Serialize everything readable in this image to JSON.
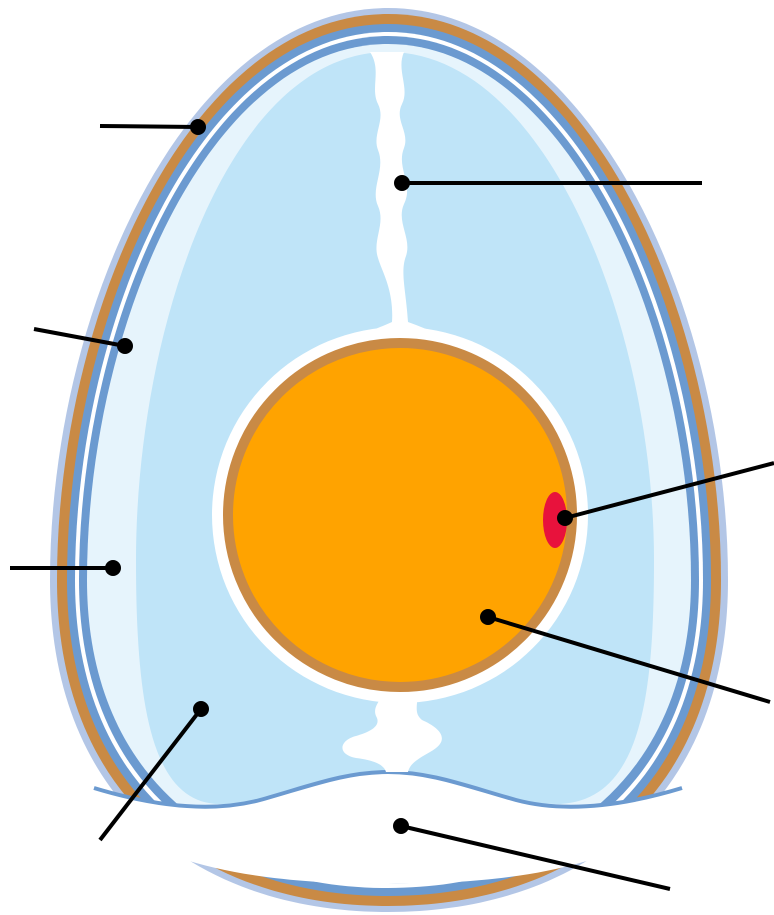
{
  "diagram": {
    "subject": "egg-cross-section",
    "labels_printed": false,
    "parts": [
      {
        "id": "shell",
        "icon": "shell-layer-icon",
        "color": "#C98A45"
      },
      {
        "id": "chalaza",
        "icon": "chalaza-icon",
        "color": "#FFFFFF"
      },
      {
        "id": "shell-membrane",
        "icon": "membrane-layer-icon",
        "color": "#6B9AD0"
      },
      {
        "id": "thin-albumen",
        "icon": "thin-albumen-icon",
        "color": "#E6F4FC"
      },
      {
        "id": "germinal-disc",
        "icon": "germinal-disc-icon",
        "color": "#E8123C"
      },
      {
        "id": "yolk",
        "icon": "yolk-icon",
        "color": "#FFA300"
      },
      {
        "id": "thick-albumen",
        "icon": "thick-albumen-icon",
        "color": "#BFE4F8"
      },
      {
        "id": "air-cell",
        "icon": "air-cell-icon",
        "color": "#FFFFFF"
      }
    ],
    "colors": {
      "outer_glow": "#B3C6E6",
      "shell": "#C98A45",
      "membrane": "#6B9AD0",
      "outer_albumen": "#E6F4FC",
      "inner_albumen": "#BFE4F8",
      "yolk": "#FFA300",
      "yolk_membrane": "#C98A45",
      "germinal_disc": "#E8123C",
      "leader_line": "#000000"
    }
  }
}
